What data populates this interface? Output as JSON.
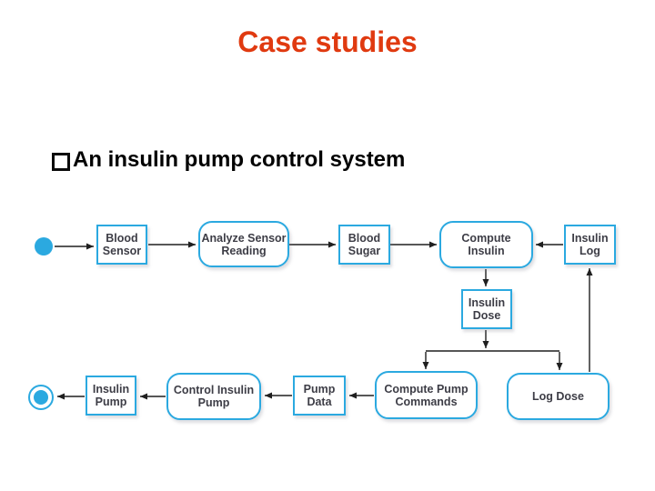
{
  "slide": {
    "title": "Case studies",
    "bullet_text": "An insulin pump control system",
    "bullet_icon": "hollow-square-bullet"
  },
  "colors": {
    "title": "#e03a10",
    "accent": "#2ba9e0",
    "node_text": "#3d3d46",
    "connector": "#1f1f1f",
    "background": "#ffffff"
  },
  "diagram": {
    "name": "insulin pump control system data-flow",
    "nodes": [
      {
        "id": "start-state",
        "type": "initial-state",
        "label": ""
      },
      {
        "id": "blood-sensor",
        "type": "rect",
        "label": "Blood\nSensor"
      },
      {
        "id": "analyze-sensor-reading",
        "type": "rounded",
        "label": "Analyze Sensor\nReading"
      },
      {
        "id": "blood-sugar",
        "type": "rect",
        "label": "Blood\nSugar"
      },
      {
        "id": "compute-insulin",
        "type": "rounded",
        "label": "Compute\nInsulin"
      },
      {
        "id": "insulin-log",
        "type": "rect",
        "label": "Insulin\nLog"
      },
      {
        "id": "insulin-dose",
        "type": "rect",
        "label": "Insulin\nDose"
      },
      {
        "id": "compute-pump-commands",
        "type": "rounded",
        "label": "Compute Pump\nCommands"
      },
      {
        "id": "log-dose",
        "type": "rounded",
        "label": "Log Dose"
      },
      {
        "id": "pump-data",
        "type": "rect",
        "label": "Pump\nData"
      },
      {
        "id": "control-insulin-pump",
        "type": "rounded",
        "label": "Control Insulin\nPump"
      },
      {
        "id": "insulin-pump",
        "type": "rect",
        "label": "Insulin\nPump"
      },
      {
        "id": "end-state",
        "type": "final-state",
        "label": ""
      }
    ],
    "edges": [
      {
        "from": "start-state",
        "to": "blood-sensor"
      },
      {
        "from": "blood-sensor",
        "to": "analyze-sensor-reading"
      },
      {
        "from": "analyze-sensor-reading",
        "to": "blood-sugar"
      },
      {
        "from": "blood-sugar",
        "to": "compute-insulin"
      },
      {
        "from": "insulin-log",
        "to": "compute-insulin"
      },
      {
        "from": "compute-insulin",
        "to": "insulin-dose"
      },
      {
        "from": "insulin-dose",
        "to": "compute-pump-commands"
      },
      {
        "from": "insulin-dose",
        "to": "log-dose"
      },
      {
        "from": "log-dose",
        "to": "insulin-log"
      },
      {
        "from": "compute-pump-commands",
        "to": "pump-data"
      },
      {
        "from": "pump-data",
        "to": "control-insulin-pump"
      },
      {
        "from": "control-insulin-pump",
        "to": "insulin-pump"
      },
      {
        "from": "insulin-pump",
        "to": "end-state"
      }
    ]
  }
}
